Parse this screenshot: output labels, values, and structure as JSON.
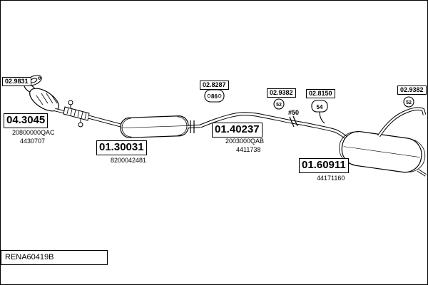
{
  "diagram": {
    "footer_code": "RENA60419B",
    "parts": {
      "front_gasket": {
        "code": "02.9831"
      },
      "catalyst": {
        "code": "04.3045",
        "ref1": "20800000QAC",
        "ref2": "4430707"
      },
      "center_muffler": {
        "code": "01.30031",
        "ref1": "8200042481"
      },
      "center_hanger": {
        "code": "02.8287",
        "size": "86"
      },
      "mid_pipe": {
        "code": "01.40237",
        "ref1": "2003000QAB",
        "ref2": "4411738"
      },
      "ring_left": {
        "code": "02.9382",
        "size": "52"
      },
      "clamp": {
        "code": "#50"
      },
      "rear_hanger": {
        "code": "02.8150",
        "size": "54"
      },
      "ring_right": {
        "code": "02.9382",
        "size": "52"
      },
      "rear_muffler": {
        "code": "01.60911",
        "ref1": "44171160"
      }
    }
  }
}
